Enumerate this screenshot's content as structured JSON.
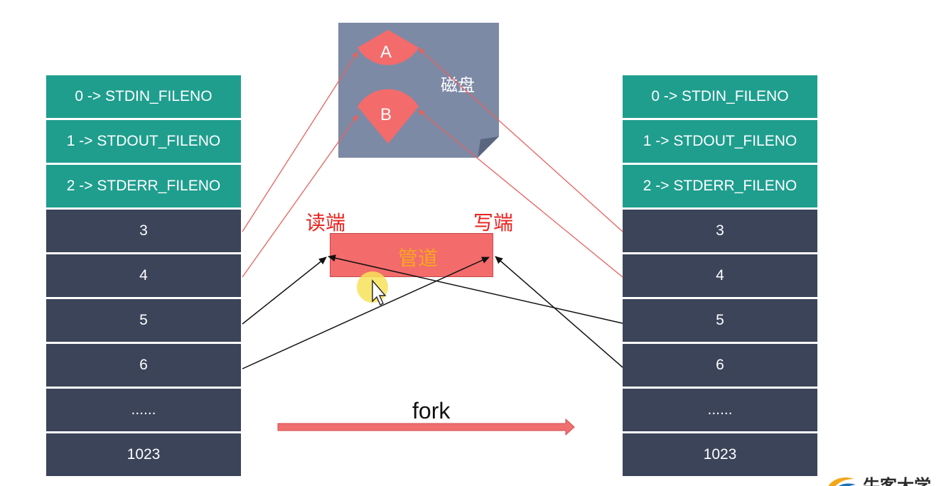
{
  "left_table": {
    "rows": [
      "0 -> STDIN_FILENO",
      "1 -> STDOUT_FILENO",
      "2 -> STDERR_FILENO",
      "3",
      "4",
      "5",
      "6",
      "......",
      "1023"
    ]
  },
  "right_table": {
    "rows": [
      "0 -> STDIN_FILENO",
      "1 -> STDOUT_FILENO",
      "2 -> STDERR_FILENO",
      "3",
      "4",
      "5",
      "6",
      "......",
      "1023"
    ]
  },
  "disk": {
    "label": "磁盘",
    "sector_a": "A",
    "sector_b": "B"
  },
  "pipe": {
    "label": "管道",
    "read_end": "读端",
    "write_end": "写端"
  },
  "fork": {
    "label": "fork"
  },
  "logo": {
    "text": "牛客大学"
  },
  "colors": {
    "std_cell": "#1f9e8e",
    "fd_cell": "#3b4459",
    "disk": "#7d8aa6",
    "sector": "#f36b6b",
    "pipe": "#f36b6b",
    "red_line": "#e8615c",
    "black_line": "#111111",
    "cursor_highlight": "#f7e25a"
  }
}
